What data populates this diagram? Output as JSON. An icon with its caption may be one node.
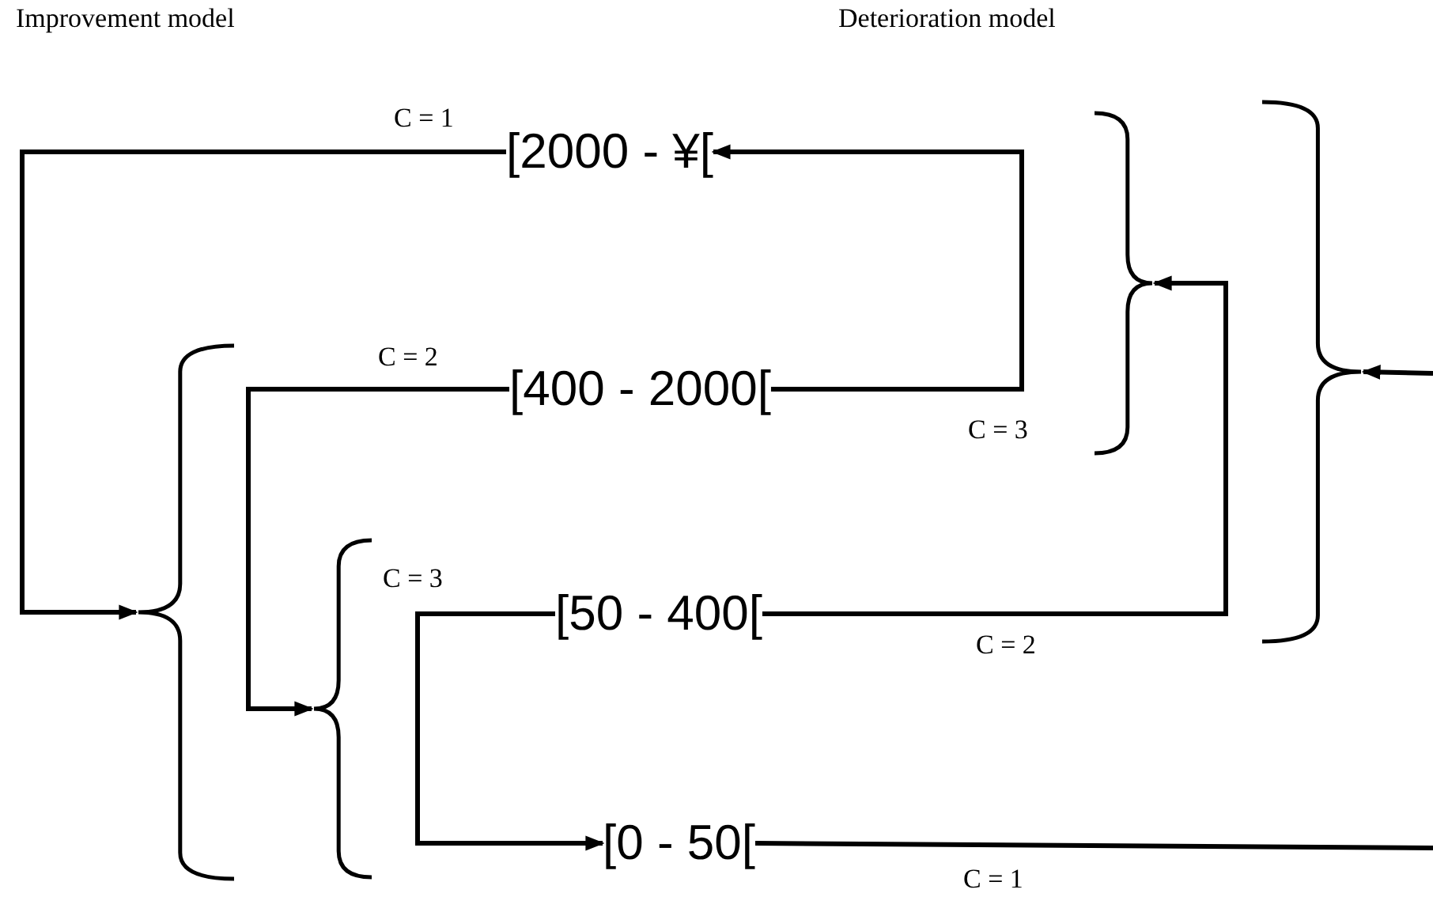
{
  "diagram": {
    "nodes": [
      {
        "text": [
          "[2000 - ¥["
        ]
      },
      {
        "text": [
          "[400 - 2000["
        ]
      },
      {
        "text": [
          "[50 - 400["
        ]
      },
      {
        "text": [
          "[0 - 50["
        ]
      },
      {
        "text": [],
        "shape": "brace"
      },
      {
        "text": [],
        "shape": "brace"
      },
      {
        "text": [],
        "shape": "brace"
      },
      {
        "text": [],
        "shape": "brace"
      }
    ],
    "edges": [
      {
        "from": 0,
        "to": 4,
        "arrow": "to",
        "label": "C = 1"
      },
      {
        "from": 1,
        "to": 5,
        "arrow": "to",
        "label": "C = 2"
      },
      {
        "from": 2,
        "to": 3,
        "arrow": "to",
        "label": "C = 3"
      },
      {
        "from": 1,
        "to": 0,
        "arrow": "to",
        "label": "C = 3"
      },
      {
        "from": 2,
        "to": 6,
        "arrow": "to",
        "label": "C = 2"
      },
      {
        "from": 3,
        "to": null,
        "arrow": "none",
        "label": "C = 1"
      },
      {
        "from": null,
        "to": 7,
        "arrow": "to"
      }
    ],
    "labels": [
      "Improvement model",
      "Deterioration model"
    ]
  }
}
